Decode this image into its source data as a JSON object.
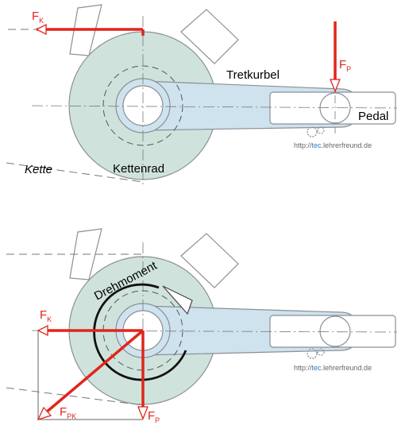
{
  "top": {
    "force_chain_label": "F",
    "force_chain_sub": "K",
    "force_pedal_label": "F",
    "force_pedal_sub": "P",
    "crank_label": "Tretkurbel",
    "pedal_label": "Pedal",
    "chain_label": "Kette",
    "chainring_label": "Kettenrad"
  },
  "bottom": {
    "torque_label": "Drehmoment",
    "force_chain_label": "F",
    "force_chain_sub": "K",
    "force_resultant_label": "F",
    "force_resultant_sub": "PK",
    "force_pedal_label": "F",
    "force_pedal_sub": "P"
  },
  "watermark": {
    "prefix": "http://",
    "accent": "tec",
    "suffix": ".lehrerfreund.de"
  },
  "colors": {
    "force": "#e1251b",
    "chainring_fill": "#cfe3dc",
    "crank_fill": "#cfe3ee",
    "outline": "#8a8f96"
  }
}
